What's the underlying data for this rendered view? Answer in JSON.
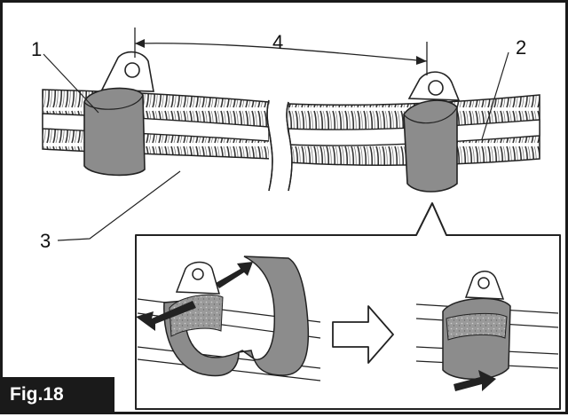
{
  "figure_label": "Fig.18",
  "callouts": {
    "clamp_left": "1",
    "clamp_right": "2",
    "hose": "3",
    "spacing": "4"
  },
  "colors": {
    "border": "#1a1a1a",
    "strap_fill": "#8c8c8c",
    "hose_fill": "#ffffff",
    "line": "#222222"
  }
}
